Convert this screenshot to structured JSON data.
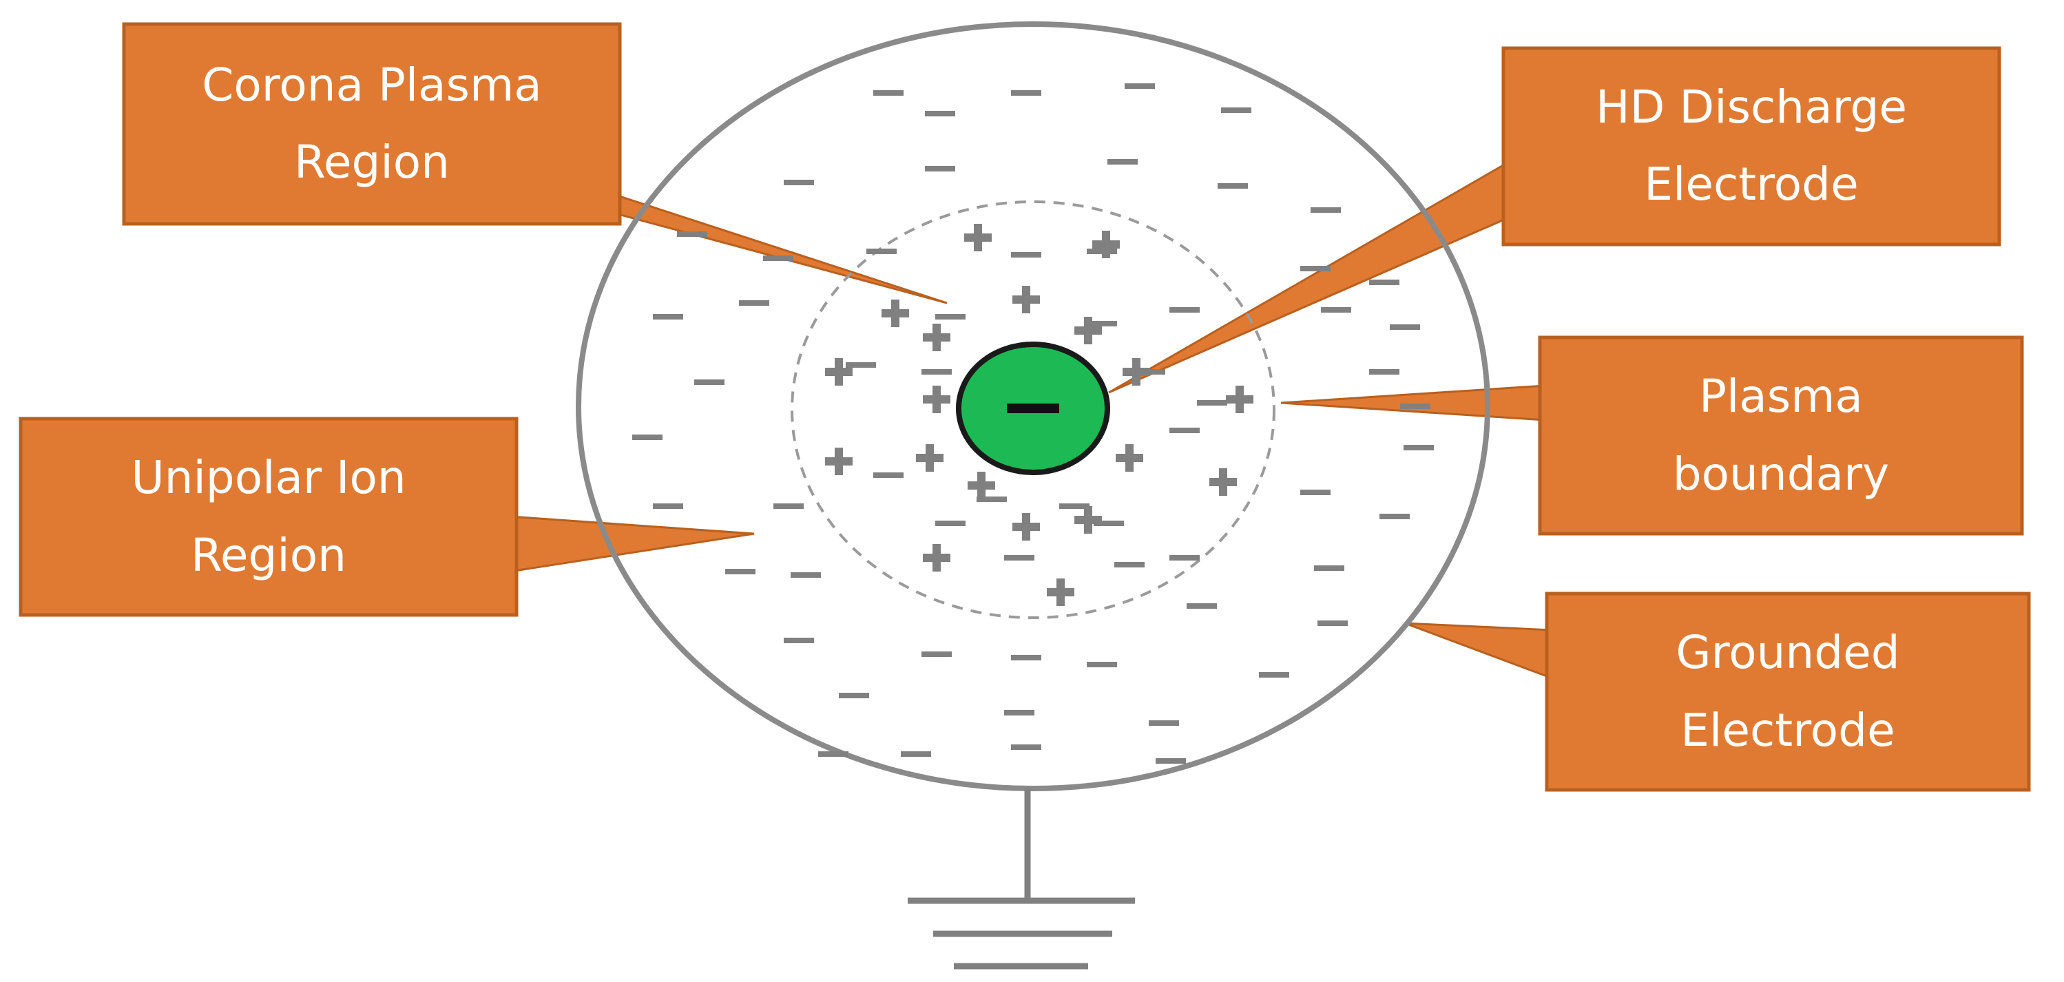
{
  "diagram": {
    "electrode_symbol": "−",
    "labels": {
      "corona_plasma_region": "Corona Plasma\nRegion",
      "hd_discharge_electrode": "HD Discharge\nElectrode",
      "plasma_boundary": "Plasma\nboundary",
      "unipolar_ion_region": "Unipolar Ion\nRegion",
      "grounded_electrode": "Grounded\nElectrode"
    },
    "colors": {
      "callout_fill": "#e07a33",
      "callout_border": "#b9601f",
      "callout_text": "#ffffff",
      "electrode_fill": "#1db954",
      "outer_circle": "#8a8a8a",
      "ion_marks": "#808080",
      "ground_lines": "#808080"
    }
  }
}
